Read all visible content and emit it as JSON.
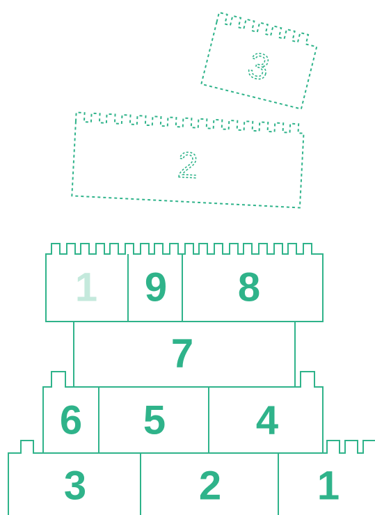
{
  "colors": {
    "accent": "#2fb38a",
    "faded": "#c4e9dc"
  },
  "floating_blocks": [
    {
      "id": "floating-block-3",
      "label": "3"
    },
    {
      "id": "floating-block-2",
      "label": "2"
    }
  ],
  "tower": {
    "row1": [
      {
        "label": "3"
      },
      {
        "label": "2"
      },
      {
        "label": "1"
      }
    ],
    "row2": [
      {
        "label": "6"
      },
      {
        "label": "5"
      },
      {
        "label": "4"
      }
    ],
    "row3": [
      {
        "label": "7"
      }
    ],
    "row4": [
      {
        "label": "1",
        "faded": true
      },
      {
        "label": "9"
      },
      {
        "label": "8"
      }
    ]
  }
}
